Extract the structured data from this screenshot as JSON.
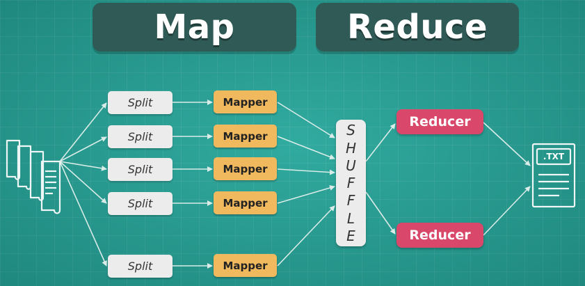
{
  "header": {
    "map_title": "Map",
    "reduce_title": "Reduce"
  },
  "splits": [
    {
      "label": "Split"
    },
    {
      "label": "Split"
    },
    {
      "label": "Split"
    },
    {
      "label": "Split"
    },
    {
      "label": "Split"
    }
  ],
  "mappers": [
    {
      "label": "Mapper"
    },
    {
      "label": "Mapper"
    },
    {
      "label": "Mapper"
    },
    {
      "label": "Mapper"
    },
    {
      "label": "Mapper"
    }
  ],
  "shuffle": {
    "letters": [
      "S",
      "H",
      "U",
      "F",
      "F",
      "L",
      "E"
    ]
  },
  "reducers": [
    {
      "label": "Reducer"
    },
    {
      "label": "Reducer"
    }
  ],
  "output": {
    "file_label": ".TXT",
    "icon": "text-file-icon"
  },
  "input": {
    "icon": "documents-stack-icon"
  },
  "colors": {
    "background": "#26a69a",
    "header_box": "#2f5a55",
    "split": "#ececec",
    "mapper": "#f0b95e",
    "reducer": "#d9476b",
    "arrow": "#d9ece8"
  }
}
